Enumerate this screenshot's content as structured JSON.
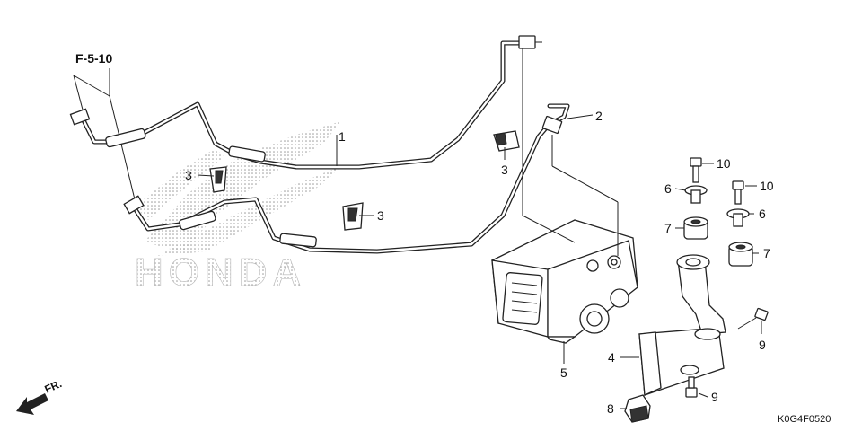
{
  "diagram": {
    "ref_code": "F-5-10",
    "watermark": "HONDA",
    "direction": "FR.",
    "drawing_code": "K0G4F0520",
    "callouts": [
      {
        "id": "1",
        "label": "1"
      },
      {
        "id": "2",
        "label": "2"
      },
      {
        "id": "3a",
        "label": "3"
      },
      {
        "id": "3b",
        "label": "3"
      },
      {
        "id": "3c",
        "label": "3"
      },
      {
        "id": "4",
        "label": "4"
      },
      {
        "id": "5",
        "label": "5"
      },
      {
        "id": "6a",
        "label": "6"
      },
      {
        "id": "6b",
        "label": "6"
      },
      {
        "id": "7a",
        "label": "7"
      },
      {
        "id": "7b",
        "label": "7"
      },
      {
        "id": "8",
        "label": "8"
      },
      {
        "id": "9a",
        "label": "9"
      },
      {
        "id": "9b",
        "label": "9"
      },
      {
        "id": "10a",
        "label": "10"
      },
      {
        "id": "10b",
        "label": "10"
      }
    ]
  }
}
